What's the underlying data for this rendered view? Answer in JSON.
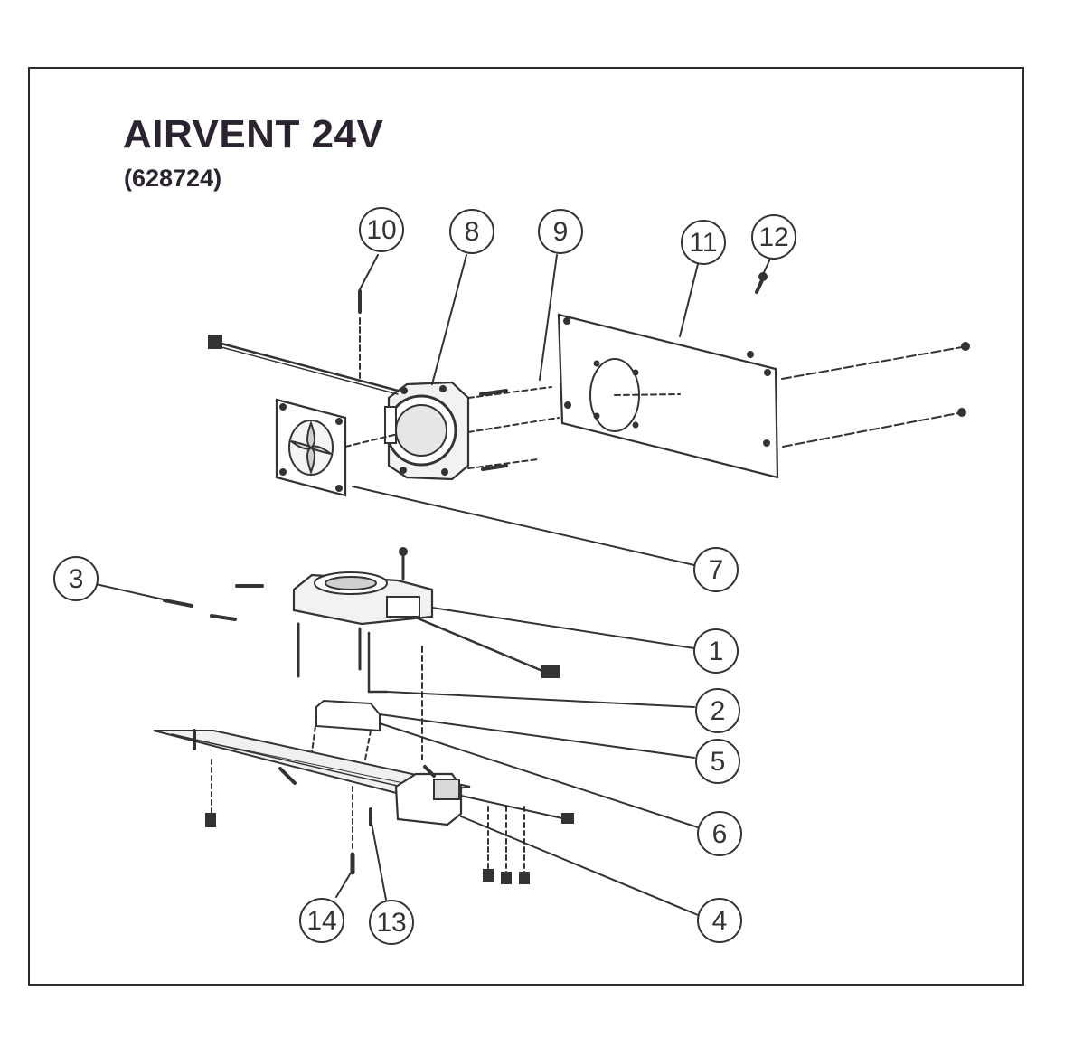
{
  "title": "AIRVENT 24V",
  "part_number": "(628724)",
  "callouts": [
    {
      "label": "10"
    },
    {
      "label": "8"
    },
    {
      "label": "9"
    },
    {
      "label": "11"
    },
    {
      "label": "12"
    },
    {
      "label": "7"
    },
    {
      "label": "3"
    },
    {
      "label": "1"
    },
    {
      "label": "2"
    },
    {
      "label": "5"
    },
    {
      "label": "6"
    },
    {
      "label": "4"
    },
    {
      "label": "14"
    },
    {
      "label": "13"
    }
  ],
  "colors": {
    "ink": "#2b2b2b",
    "line": "#333333",
    "fill_light": "#d9d9d9"
  }
}
